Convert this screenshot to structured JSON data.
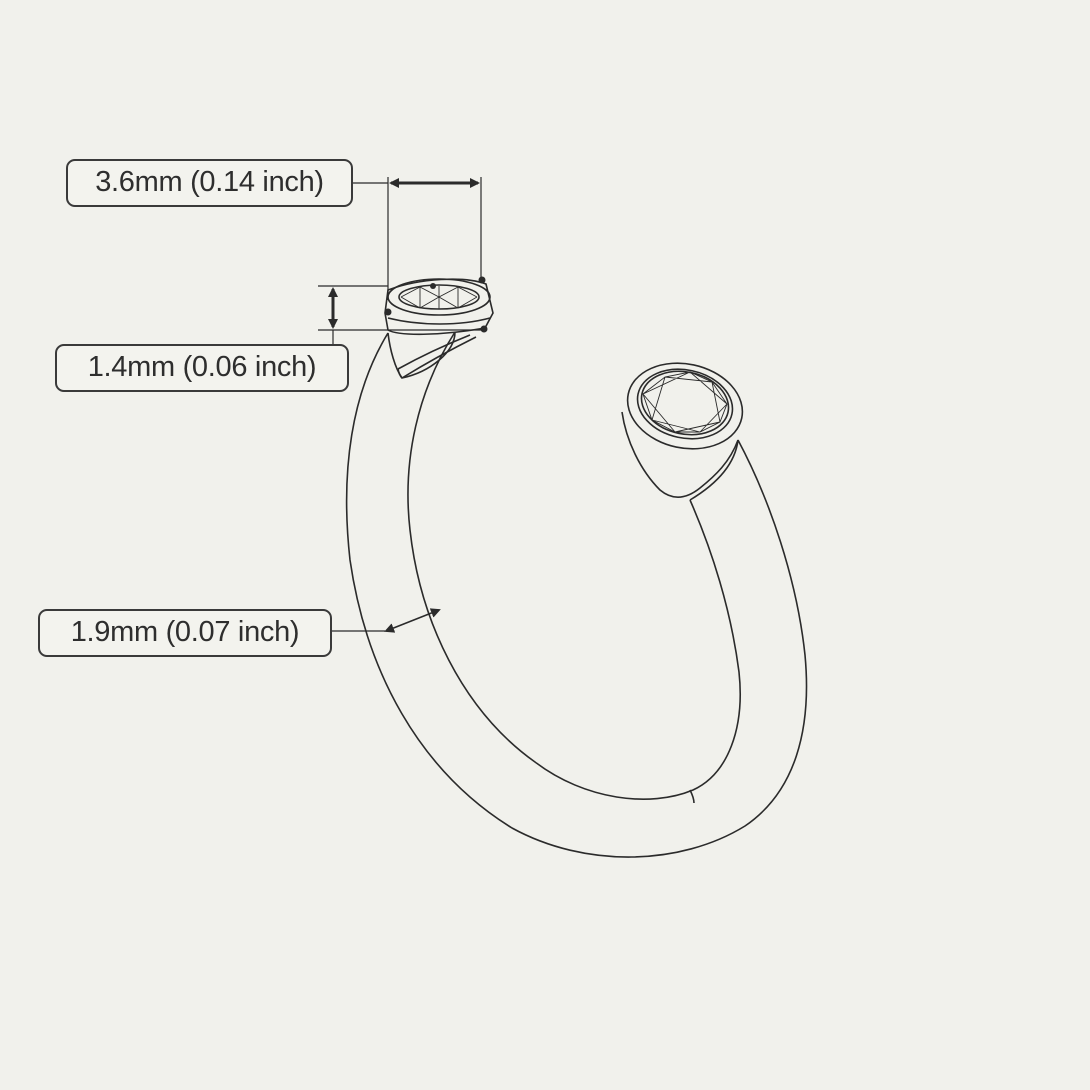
{
  "dimensions": {
    "stone_width": "3.6mm (0.14 inch)",
    "bezel_height": "1.4mm (0.06 inch)",
    "band_width": "1.9mm (0.07 inch)"
  },
  "colors": {
    "background": "#f1f1ec",
    "line": "#2b2b2b",
    "label_border": "#3a3a3a"
  }
}
